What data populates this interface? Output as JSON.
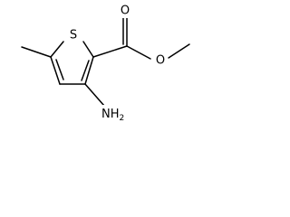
{
  "molecule": {
    "atoms": {
      "sulfur": "S",
      "carbonyl_oxygen": "O",
      "ester_oxygen": "O",
      "amine": "NH",
      "amine_subscript": "2"
    },
    "colors": {
      "bond": "#000000",
      "label": "#000000",
      "background": "#ffffff"
    }
  }
}
